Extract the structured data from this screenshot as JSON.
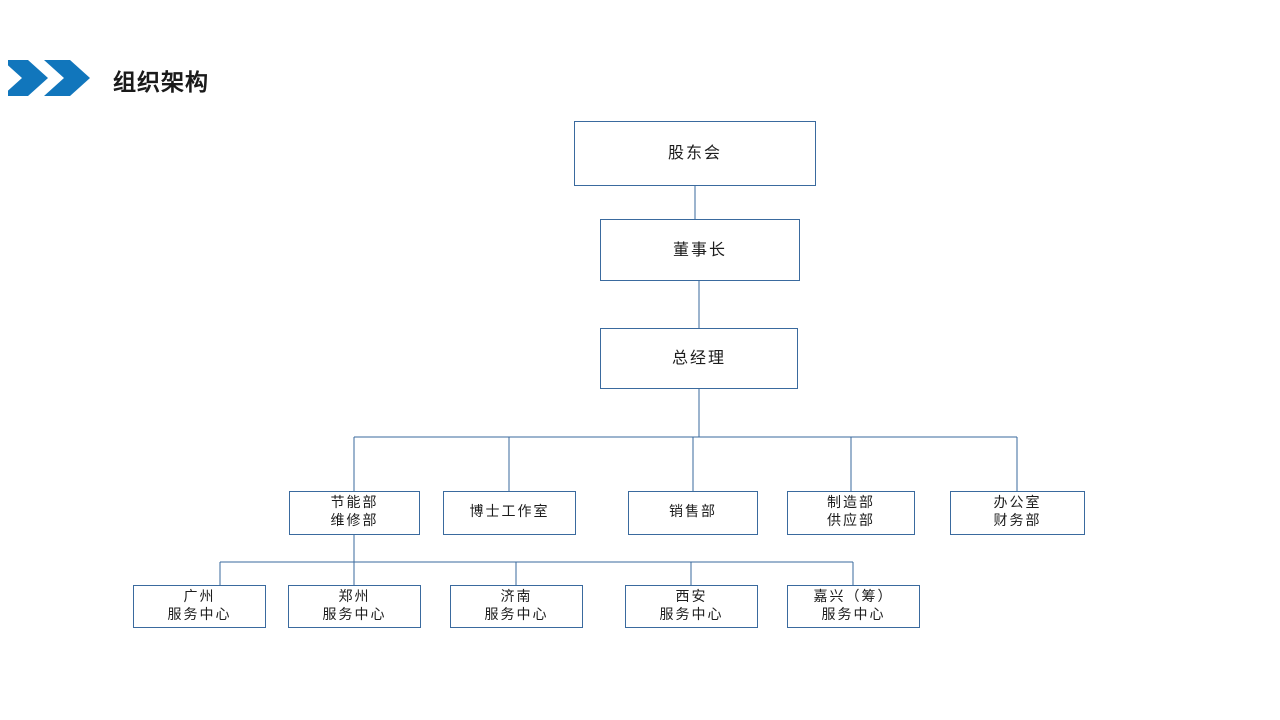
{
  "header": {
    "title": "组织架构",
    "chevron_icon": "double-chevron-right-icon",
    "accent_color": "#1176bc"
  },
  "theme": {
    "box_border_color": "#3a6a9e",
    "connector_color": "#3a6a9e",
    "background_color": "#ffffff",
    "text_color": "#1c1c1c"
  },
  "chart_data": {
    "type": "diagram",
    "subtype": "org-chart",
    "orientation": "top-down",
    "title": "组织架构",
    "levels": [
      {
        "level": 0,
        "nodes": [
          {
            "id": "shareholders",
            "lines": [
              "股东会"
            ]
          }
        ]
      },
      {
        "level": 1,
        "nodes": [
          {
            "id": "chairman",
            "lines": [
              "董事长"
            ]
          }
        ]
      },
      {
        "level": 2,
        "nodes": [
          {
            "id": "general-manager",
            "lines": [
              "总经理"
            ]
          }
        ]
      },
      {
        "level": 3,
        "nodes": [
          {
            "id": "dept-energy-maintenance",
            "lines": [
              "节能部",
              "维修部"
            ]
          },
          {
            "id": "dept-doctoral-studio",
            "lines": [
              "博士工作室"
            ]
          },
          {
            "id": "dept-sales",
            "lines": [
              "销售部"
            ]
          },
          {
            "id": "dept-manufacturing-supply",
            "lines": [
              "制造部",
              "供应部"
            ]
          },
          {
            "id": "dept-office-finance",
            "lines": [
              "办公室",
              "财务部"
            ]
          }
        ]
      },
      {
        "level": 4,
        "nodes": [
          {
            "id": "sc-guangzhou",
            "lines": [
              "广州",
              "服务中心"
            ]
          },
          {
            "id": "sc-zhengzhou",
            "lines": [
              "郑州",
              "服务中心"
            ]
          },
          {
            "id": "sc-jinan",
            "lines": [
              "济南",
              "服务中心"
            ]
          },
          {
            "id": "sc-xian",
            "lines": [
              "西安",
              "服务中心"
            ]
          },
          {
            "id": "sc-jiaxing",
            "lines": [
              "嘉兴（筹）",
              "服务中心"
            ]
          }
        ]
      }
    ],
    "edges": [
      {
        "from": "shareholders",
        "to": "chairman"
      },
      {
        "from": "chairman",
        "to": "general-manager"
      },
      {
        "from": "general-manager",
        "to": "dept-energy-maintenance"
      },
      {
        "from": "general-manager",
        "to": "dept-doctoral-studio"
      },
      {
        "from": "general-manager",
        "to": "dept-sales"
      },
      {
        "from": "general-manager",
        "to": "dept-manufacturing-supply"
      },
      {
        "from": "general-manager",
        "to": "dept-office-finance"
      },
      {
        "from": "dept-energy-maintenance",
        "to": "sc-guangzhou"
      },
      {
        "from": "dept-energy-maintenance",
        "to": "sc-zhengzhou"
      },
      {
        "from": "dept-energy-maintenance",
        "to": "sc-jinan"
      },
      {
        "from": "dept-energy-maintenance",
        "to": "sc-xian"
      },
      {
        "from": "dept-energy-maintenance",
        "to": "sc-jiaxing"
      }
    ]
  },
  "nodes": {
    "shareholders": {
      "l0": "股东会"
    },
    "chairman": {
      "l0": "董事长"
    },
    "general_manager": {
      "l0": "总经理"
    },
    "dept_energy_maintenance": {
      "l0": "节能部",
      "l1": "维修部"
    },
    "dept_doctoral_studio": {
      "l0": "博士工作室"
    },
    "dept_sales": {
      "l0": "销售部"
    },
    "dept_manufacturing_supply": {
      "l0": "制造部",
      "l1": "供应部"
    },
    "dept_office_finance": {
      "l0": "办公室",
      "l1": "财务部"
    },
    "sc_guangzhou": {
      "l0": "广州",
      "l1": "服务中心"
    },
    "sc_zhengzhou": {
      "l0": "郑州",
      "l1": "服务中心"
    },
    "sc_jinan": {
      "l0": "济南",
      "l1": "服务中心"
    },
    "sc_xian": {
      "l0": "西安",
      "l1": "服务中心"
    },
    "sc_jiaxing": {
      "l0": "嘉兴（筹）",
      "l1": "服务中心"
    }
  }
}
